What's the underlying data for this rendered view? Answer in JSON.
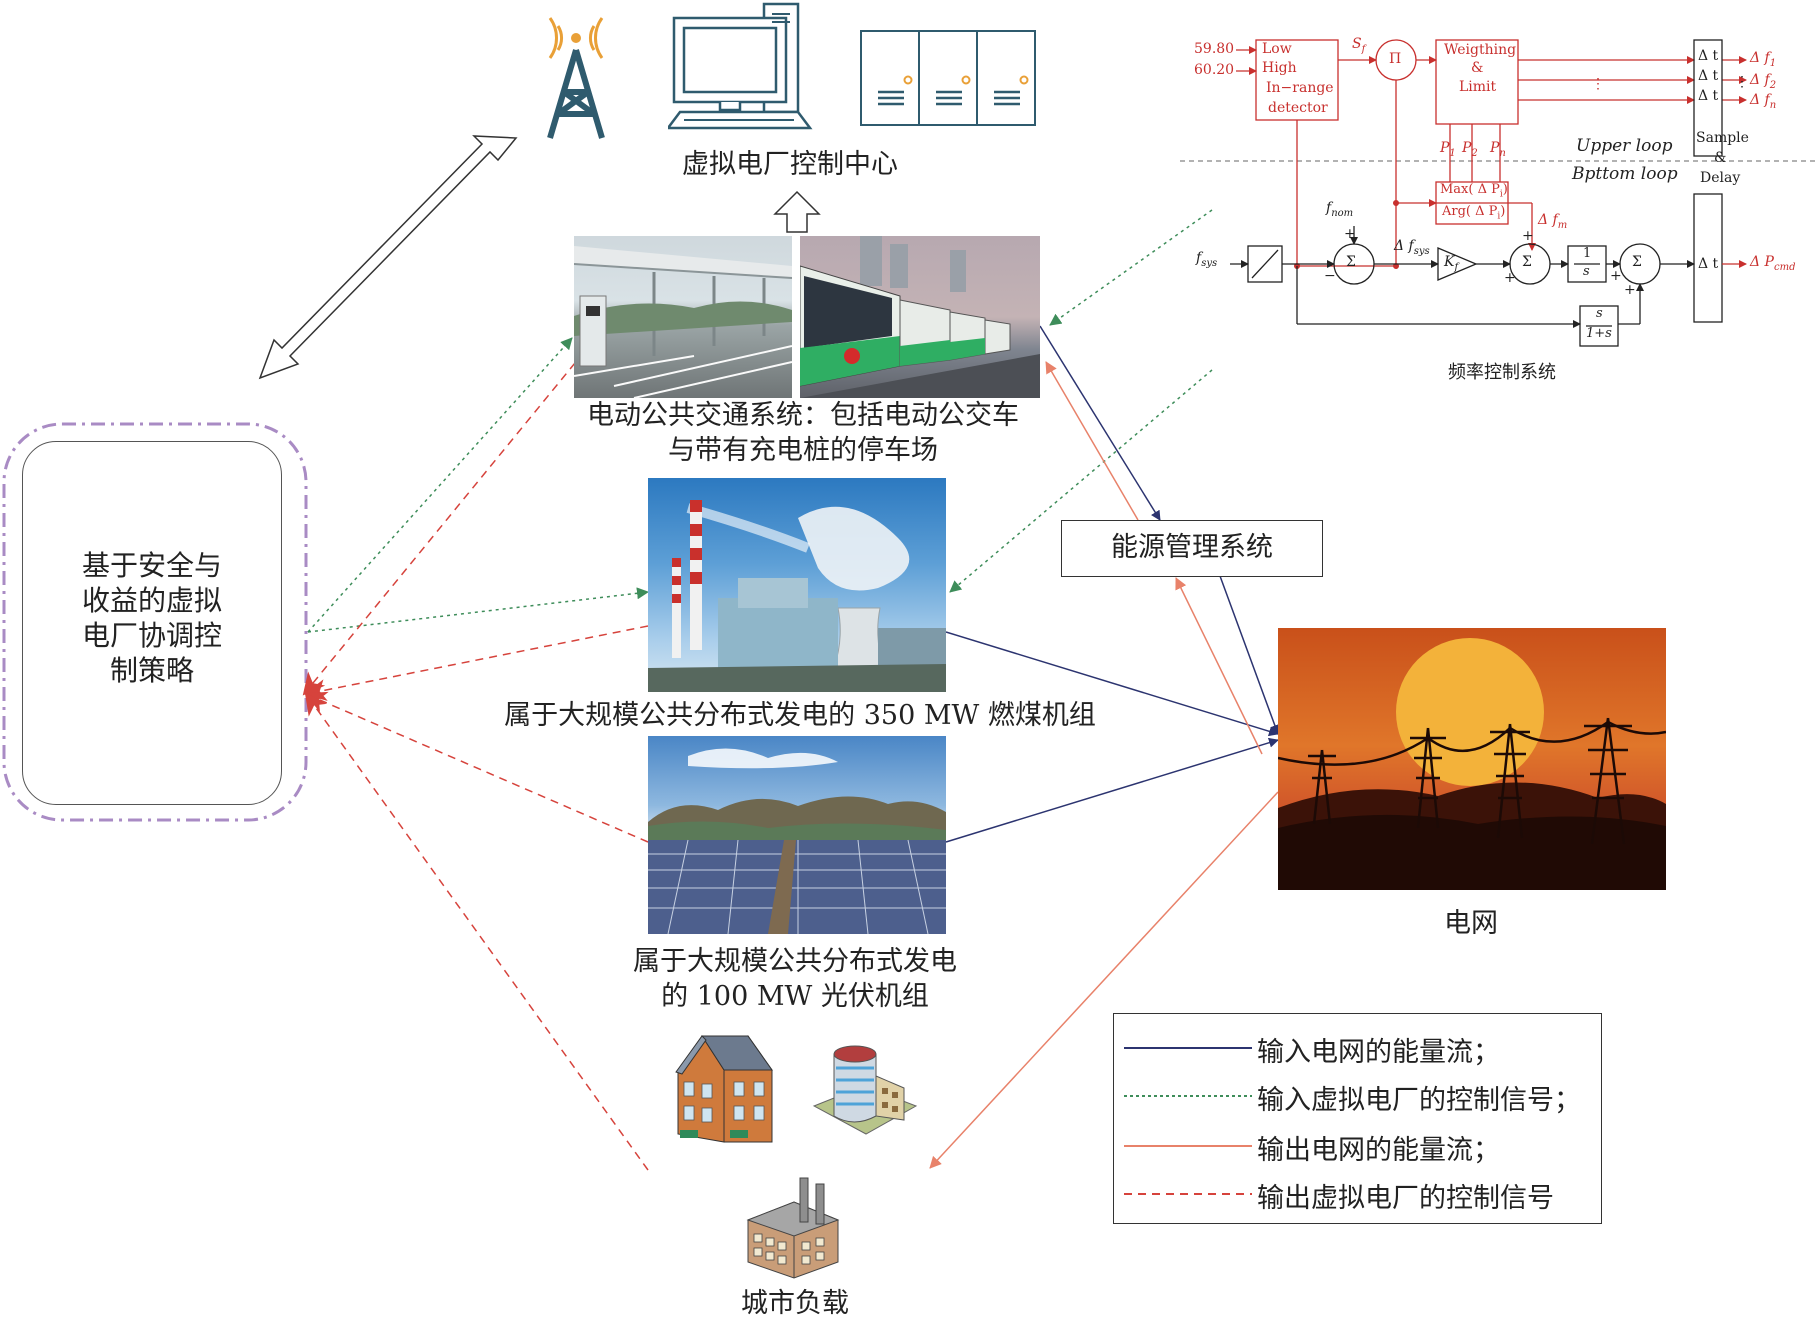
{
  "labels": {
    "vpp_center": "虚拟电厂控制中心",
    "strategy_l1": "基于安全与",
    "strategy_l2": "收益的虚拟",
    "strategy_l3": "电厂协调控",
    "strategy_l4": "制策略",
    "bus_l1": "电动公共交通系统：包括电动公交车",
    "bus_l2": "与带有充电桩的停车场",
    "coal": "属于大规模公共分布式发电的 350 MW 燃煤机组",
    "pv_l1": "属于大规模公共分布式发电",
    "pv_l2": "的 100 MW 光伏机组",
    "urban_load": "城市负载",
    "ems": "能源管理系统",
    "grid": "电网"
  },
  "freq_control": {
    "caption": "频率控制系统",
    "f_high": "59.80",
    "f_low": "60.20",
    "detector_low": "Low",
    "detector_high": "High",
    "detector_in_range": "In−range",
    "detector": "detector",
    "s_f": "S",
    "s_f_sub": "f",
    "pi": "Π",
    "weighting": "Weigthing",
    "amp": "&",
    "limit": "Limit",
    "p1": "P",
    "p1_sub": "1",
    "p2": "P",
    "p2_sub": "2",
    "pn": "P",
    "pn_sub": "n",
    "upper_loop": "Upper loop",
    "bottom_loop": "Bpttom loop",
    "max": "Max( Δ P",
    "max_sub": "i",
    "arg": "Arg( Δ P",
    "arg_sub": "i",
    "delta_fm": "Δ f",
    "delta_fm_sub": "m",
    "sample": "Sample",
    "delay": "Delay",
    "dt": "Δ t",
    "df1": "Δ f",
    "df1_sub": "1",
    "df2": "Δ f",
    "df2_sub": "2",
    "dfn": "Δ f",
    "dfn_sub": "n",
    "f_nom": "f",
    "f_nom_sub": "nom",
    "f_sys": "f",
    "f_sys_sub": "sys",
    "delta_fsys": "Δ f",
    "delta_fsys_sub": "sys",
    "kf": "K",
    "kf_sub": "f",
    "sigma": "Σ",
    "one": "1",
    "s": "s",
    "one_plus_s": "1+s",
    "delta_pcmd": "Δ P",
    "delta_pcmd_sub": "cmd",
    "plus": "+",
    "minus": "−",
    "dots": "⋮"
  },
  "legend": [
    {
      "text": "输入电网的能量流；",
      "color": "#2c3470",
      "style": "solid"
    },
    {
      "text": "输入虚拟电厂的控制信号；",
      "color": "#3e8d5a",
      "style": "dotted"
    },
    {
      "text": "输出电网的能量流；",
      "color": "#e8826a",
      "style": "solid"
    },
    {
      "text": "输出虚拟电厂的控制信号",
      "color": "#d6433c",
      "style": "dashed"
    }
  ],
  "colors": {
    "energy_in": "#2c3470",
    "ctrl_in": "#3e8d5a",
    "energy_out": "#e8826a",
    "ctrl_out": "#d6433c",
    "strategy_border": "#a98bc4",
    "icon_teal": "#2f5b6e",
    "ctrl_red": "#c8302e"
  },
  "icons": [
    "tower-icon",
    "computer-icon",
    "server-icon",
    "house-icon",
    "office-building-icon",
    "factory-icon"
  ]
}
